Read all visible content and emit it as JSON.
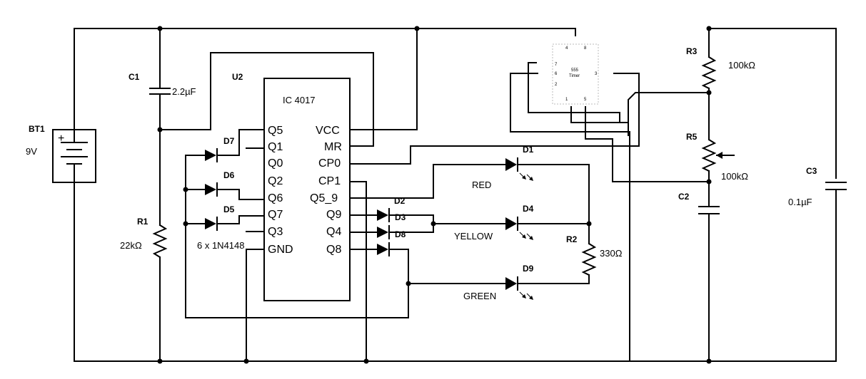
{
  "components": {
    "bt1": {
      "ref": "BT1",
      "value": "9V"
    },
    "c1": {
      "ref": "C1",
      "value": "2.2µF"
    },
    "r1": {
      "ref": "R1",
      "value": "22kΩ"
    },
    "u2": {
      "ref": "U2",
      "part": "IC 4017"
    },
    "d7": {
      "ref": "D7"
    },
    "d6": {
      "ref": "D6"
    },
    "d5": {
      "ref": "D5"
    },
    "diode_note": "6 x 1N4148",
    "d2": {
      "ref": "D2"
    },
    "d3": {
      "ref": "D3"
    },
    "d8": {
      "ref": "D8"
    },
    "d1": {
      "ref": "D1",
      "color": "RED"
    },
    "d4": {
      "ref": "D4",
      "color": "YELLOW"
    },
    "d9": {
      "ref": "D9",
      "color": "GREEN"
    },
    "r2": {
      "ref": "R2",
      "value": "330Ω"
    },
    "timer": {
      "label_line1": "555",
      "label_line2": "Timer",
      "pins": {
        "p4": "4",
        "p8": "8",
        "p7": "7",
        "p6": "6",
        "p2": "2",
        "p3": "3",
        "p1": "1",
        "p5": "5"
      }
    },
    "r3": {
      "ref": "R3",
      "value": "100kΩ"
    },
    "r5": {
      "ref": "R5",
      "value": "100kΩ"
    },
    "c2": {
      "ref": "C2"
    },
    "c3": {
      "ref": "C3",
      "value": "0.1µF"
    }
  },
  "ic_pins": {
    "left": [
      "Q5",
      "Q1",
      "Q0",
      "Q2",
      "Q6",
      "Q7",
      "Q3",
      "GND"
    ],
    "right": [
      "VCC",
      "MR",
      "CP0",
      "CP1",
      "Q5_9",
      "Q9",
      "Q4",
      "Q8"
    ]
  }
}
